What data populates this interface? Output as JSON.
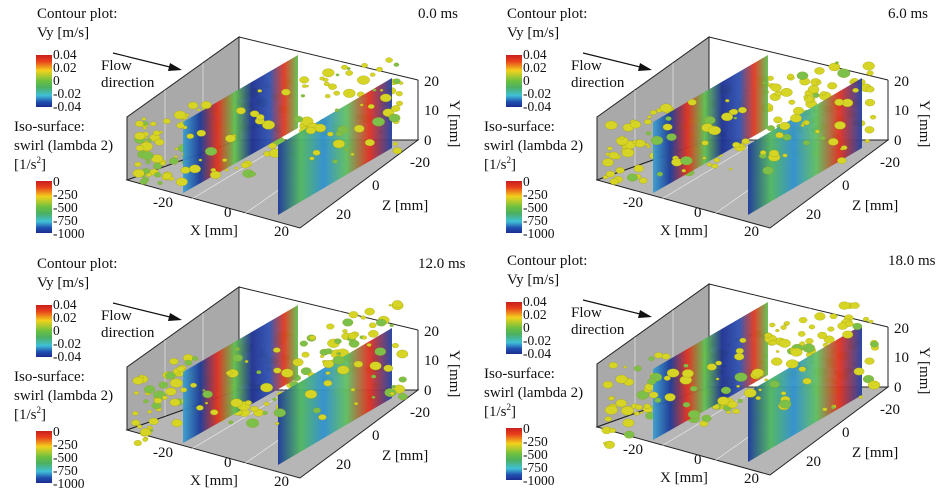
{
  "colors": {
    "wall": "#a8a8a8",
    "floor": "#b4b4b4",
    "iso": "#d8d820"
  },
  "panels": [
    {
      "time": "0.0 ms"
    },
    {
      "time": "6.0 ms"
    },
    {
      "time": "12.0 ms"
    },
    {
      "time": "18.0 ms"
    }
  ],
  "legend": {
    "contour_title": "Contour plot:",
    "contour_var": "Vy [m/s]",
    "contour_ticks": [
      "0.04",
      "0.02",
      "0",
      "-0.02",
      "-0.04"
    ],
    "iso_title": "Iso-surface:",
    "iso_var": "swirl (lambda 2)",
    "iso_unit": "[1/s",
    "iso_unit_sup": "2",
    "iso_unit_close": "]",
    "iso_ticks": [
      "0",
      "-250",
      "-500",
      "-750",
      "-1000"
    ]
  },
  "flow_label": [
    "Flow",
    "direction"
  ],
  "axes": {
    "x_label": "X [mm]",
    "x_ticks": [
      "-20",
      "0",
      "20"
    ],
    "y_label": "Y [mm]",
    "y_ticks": [
      "20",
      "10",
      "0"
    ],
    "z_label": "Z [mm]",
    "z_ticks": [
      "-20",
      "0",
      "20"
    ]
  }
}
